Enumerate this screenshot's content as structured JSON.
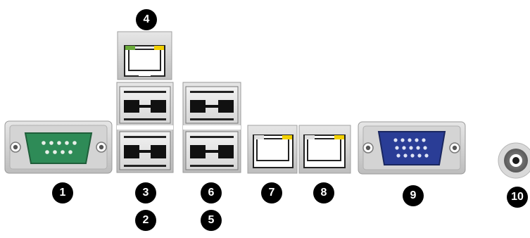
{
  "callouts": [
    {
      "id": "1",
      "port": "com-port"
    },
    {
      "id": "2",
      "port": "usb-port"
    },
    {
      "id": "3",
      "port": "usb-port"
    },
    {
      "id": "4",
      "port": "lan-port"
    },
    {
      "id": "5",
      "port": "usb-port"
    },
    {
      "id": "6",
      "port": "usb-port"
    },
    {
      "id": "7",
      "port": "lan-port"
    },
    {
      "id": "8",
      "port": "lan-port"
    },
    {
      "id": "9",
      "port": "vga-port"
    },
    {
      "id": "10",
      "port": "audio-jack"
    }
  ],
  "colors": {
    "com_connector": "#2e8b57",
    "vga_connector": "#2a3d96",
    "lan_led_green": "#6aaa3a",
    "lan_led_yellow": "#f2d000",
    "panel_gray": "#c8c8c8",
    "badge": "#000000"
  }
}
